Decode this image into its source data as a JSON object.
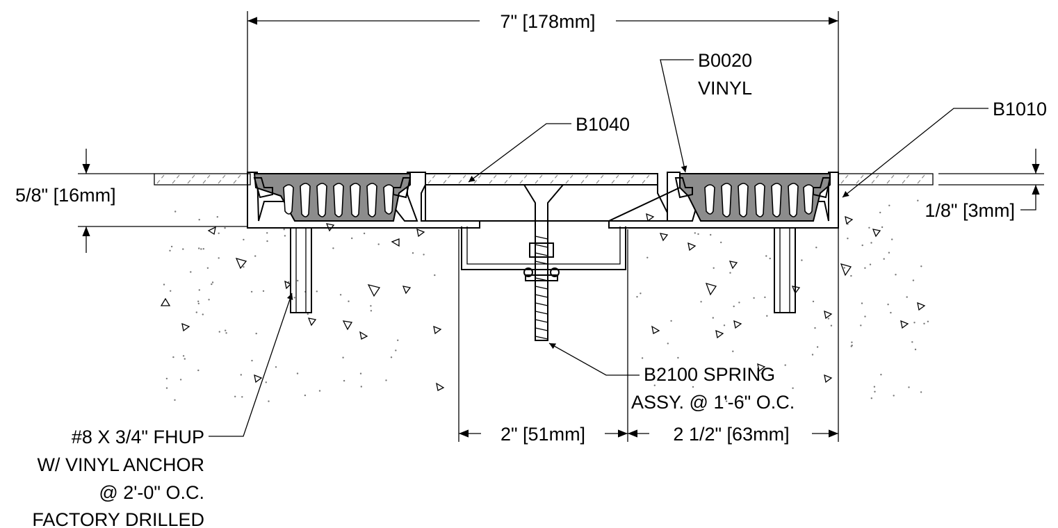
{
  "dimensions": {
    "overall_width": "7\" [178mm]",
    "depth_left": "5/8\" [16mm]",
    "cover_thickness": "1/8\" [3mm]",
    "gap_width": "2\" [51mm]",
    "right_width": "2 1/2\" [63mm]"
  },
  "callouts": {
    "vinyl_part": "B0020",
    "vinyl_material": "VINYL",
    "cover_plate": "B1040",
    "frame": "B1010",
    "spring_line1": "B2100 SPRING",
    "spring_line2": "ASSY. @ 1'-6\" O.C.",
    "screw_line1": "#8 X 3/4\" FHUP",
    "screw_line2": "W/ VINYL ANCHOR",
    "screw_line3": "@ 2'-0\" O.C.",
    "screw_line4": "FACTORY DRILLED"
  }
}
